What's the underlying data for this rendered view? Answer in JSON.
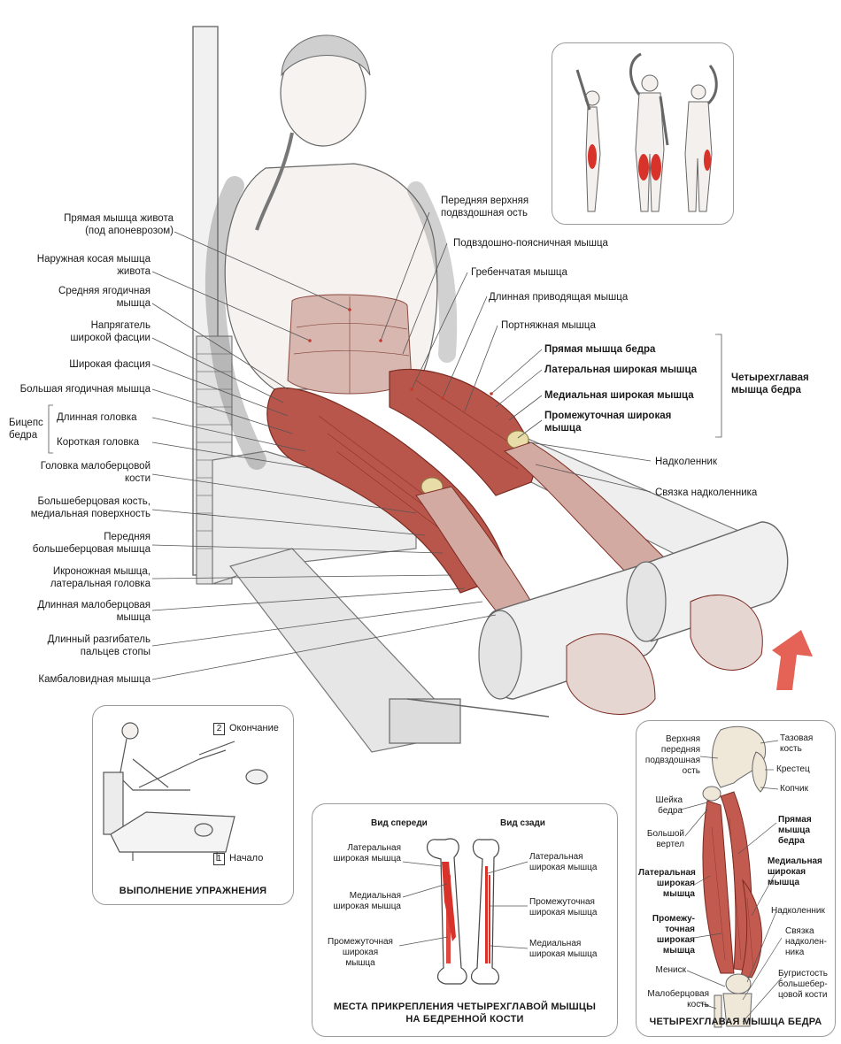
{
  "left_labels": [
    "Прямая мышца живота\n(под апоневрозом)",
    "Наружная косая мышца\nживота",
    "Средняя ягодичная\nмышца",
    "Напрягатель\nширокой фасции",
    "Широкая фасция",
    "Большая ягодичная мышца",
    "Длинная головка",
    "Короткая головка",
    "Головка малоберцовой\nкости",
    "Большеберцовая кость,\nмедиальная поверхность",
    "Передняя\nбольшеберцовая мышца",
    "Икроножная мышца,\nлатеральная головка",
    "Длинная малоберцовая\nмышца",
    "Длинный разгибатель\nпальцев стопы",
    "Камбаловидная мышца"
  ],
  "biceps_label": "Бицепс\nбедра",
  "right_labels": [
    "Передняя верхняя\nподвздошная ость",
    "Подвздошно-поясничная мышца",
    "Гребенчатая мышца",
    "Длинная приводящая мышца",
    "Портняжная мышца"
  ],
  "quad_labels": [
    "Прямая мышца бедра",
    "Латеральная широкая мышца",
    "Медиальная широкая мышца",
    "Промежуточная широкая\nмышца"
  ],
  "quad_group_label": "Четырехглавая\nмышца бедра",
  "knee_labels": [
    "Надколенник",
    "Связка надколенника"
  ],
  "exercise_panel": {
    "step_end_num": "2",
    "step_end": "Окончание",
    "step_start_num": "1",
    "step_start": "Начало",
    "caption": "ВЫПОЛНЕНИЕ УПРАЖНЕНИЯ"
  },
  "femur_panel": {
    "front_title": "Вид спереди",
    "back_title": "Вид сзади",
    "front_labels": [
      "Латеральная\nширокая мышца",
      "Медиальная\nширокая мышца",
      "Промежуточная\nширокая\nмышца"
    ],
    "back_labels": [
      "Латеральная\nширокая мышца",
      "Промежуточная\nширокая мышца",
      "Медиальная\nширокая мышца"
    ],
    "caption": "МЕСТА ПРИКРЕПЛЕНИЯ ЧЕТЫРЕХГЛАВОЙ МЫШЦЫ\nНА БЕДРЕННОЙ КОСТИ"
  },
  "quad_panel": {
    "left_labels": [
      "Верхняя\nпередняя\nподвздошная\nость",
      "Шейка\nбедра",
      "Большой\nвертел",
      "Латеральная\nширокая\nмышца",
      "Промежу-\nточная\nширокая\nмышца",
      "Мениск",
      "Малоберцовая\nкость"
    ],
    "right_labels": [
      "Тазовая\nкость",
      "Крестец",
      "Копчик",
      "Прямая\nмышца\nбедра",
      "Медиальная\nширокая\nмышца",
      "Надколенник",
      "Связка\nнадколен-\nника",
      "Бугристость\nбольшебер-\nцовой кости"
    ],
    "caption": "ЧЕТЫРЕХГЛАВАЯ МЫШЦА БЕДРА"
  },
  "colors": {
    "muscle_red": "#c43a2e",
    "highlight_red": "#d8332a",
    "arrow_red": "#e0473a",
    "line_gray": "#555555"
  }
}
